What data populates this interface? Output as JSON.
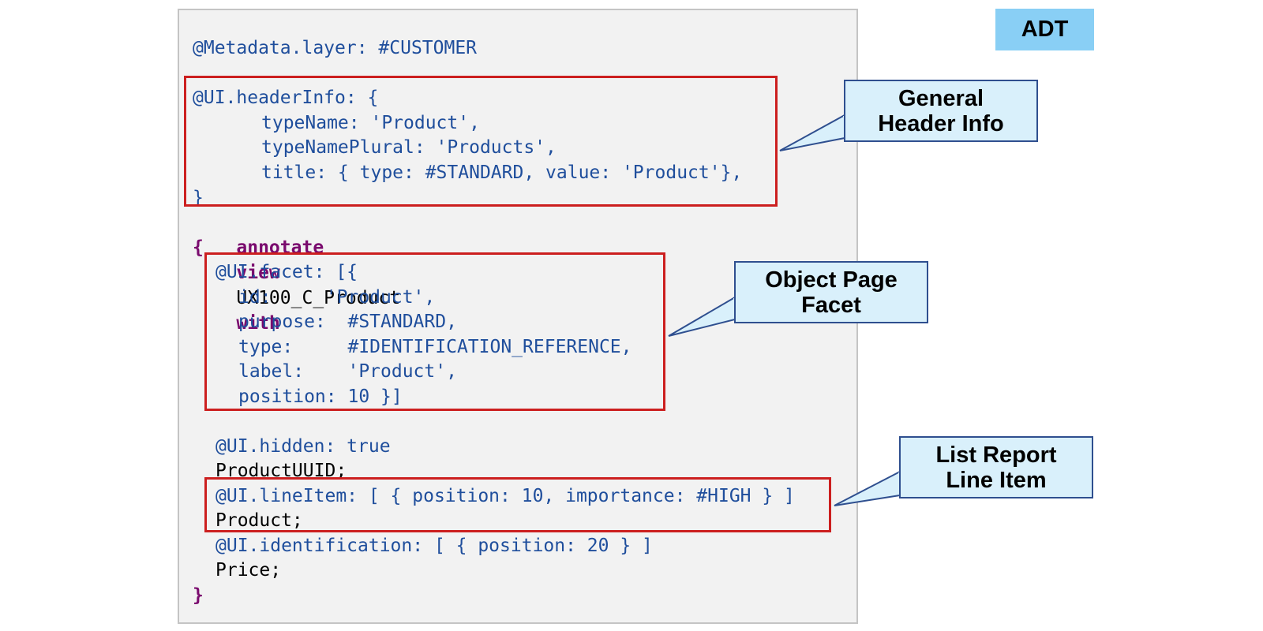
{
  "badge": {
    "label": "ADT"
  },
  "code": {
    "metadata_layer": "@Metadata.layer: #CUSTOMER",
    "header_info": {
      "open": "@UI.headerInfo: {",
      "type_name": "typeName: 'Product',",
      "type_name_plural": "typeNamePlural: 'Products',",
      "title": "title: { type: #STANDARD, value: 'Product'},",
      "close": "}"
    },
    "annotate": {
      "kw_annotate": "annotate",
      "kw_view": "view",
      "view_name": "UX100_C_Product",
      "kw_with": "with",
      "open_brace": "{",
      "close_brace": "}"
    },
    "facet": {
      "open": "@UI.facet: [{",
      "id": "id:     'Product',",
      "purpose": "purpose:  #STANDARD,",
      "type": "type:     #IDENTIFICATION_REFERENCE,",
      "label": "label:    'Product',",
      "position": "position: 10 }]"
    },
    "hidden": {
      "annotation": "@UI.hidden: true",
      "field": "ProductUUID;"
    },
    "line_item": {
      "annotation": "@UI.lineItem: [ { position: 10, importance: #HIGH } ]",
      "field": "Product;"
    },
    "identification": {
      "annotation": "@UI.identification: [ { position: 20 } ]",
      "field": "Price;"
    }
  },
  "callouts": {
    "header_info": {
      "line1": "General",
      "line2": "Header Info"
    },
    "facet": {
      "line1": "Object Page",
      "line2": "Facet"
    },
    "line_item": {
      "line1": "List Report",
      "line2": "Line Item"
    }
  },
  "colors": {
    "annotation_blue": "#1f4e9c",
    "keyword_purple": "#7a0a6e",
    "highlight_red": "#cc1f1f",
    "callout_fill": "#d9f0fb",
    "callout_border": "#2f4f8f",
    "badge_fill": "#89cff5",
    "panel_fill": "#f2f2f2"
  }
}
